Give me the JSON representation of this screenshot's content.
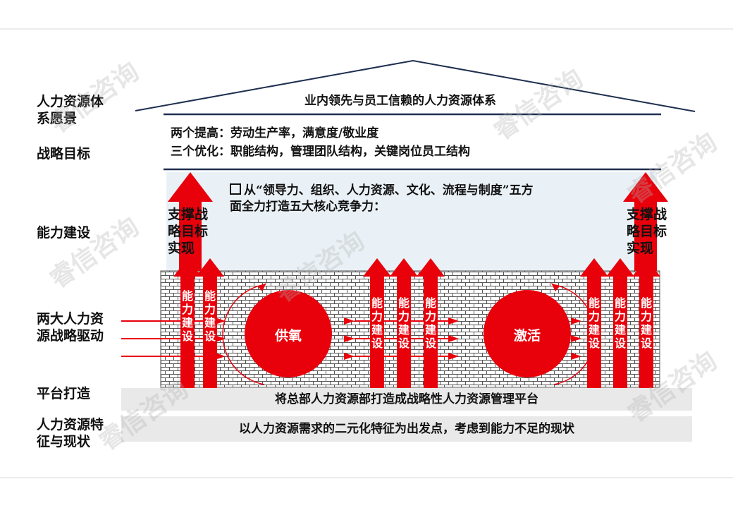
{
  "labels": {
    "vision": "人力资源体系愿景",
    "strategy": "战略目标",
    "capability": "能力建设",
    "drivers": "两大人力资源战略驱动",
    "platform": "平台打造",
    "status": "人力资源特征与现状"
  },
  "vision_text": "业内领先与员工信赖的人力资源体系",
  "goal_lines": [
    "两个提高：劳动生产率，满意度/敬业度",
    "三个优化：职能结构，管理团队结构，关键岗位员工结构"
  ],
  "capability_text": [
    "从“领导力、组织、人力资源、文化、流程与制度”五方",
    "面全力打造五大核心竞争力："
  ],
  "support_text": "支撑战略目标实现",
  "pillar_text": "能力建设",
  "circles": [
    "供氧",
    "激活"
  ],
  "platform_text": "将总部人力资源部打造成战略性人力资源管理平台",
  "status_text": "以人力资源需求的二元化特征为出发点，考虑到能力不足的现状",
  "watermark": "睿信咨询",
  "colors": {
    "arrow_red": "#e8000b",
    "panel_blue": "#eaf1f6",
    "band_gray": "#e9e9e9",
    "roof_navy": "#1f2f4f"
  }
}
